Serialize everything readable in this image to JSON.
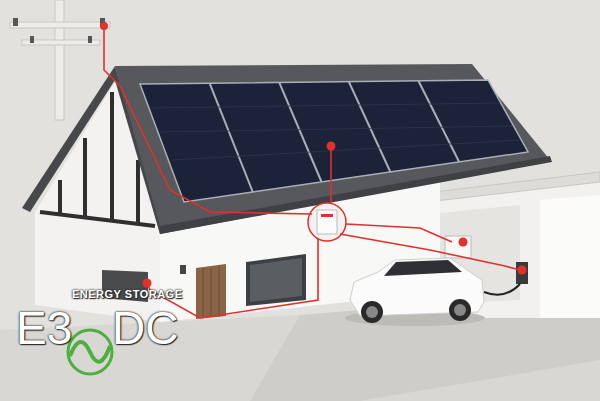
{
  "diagram": {
    "labels": [
      "ENERGY STORAGE",
      "E3",
      "DC"
    ]
  }
}
